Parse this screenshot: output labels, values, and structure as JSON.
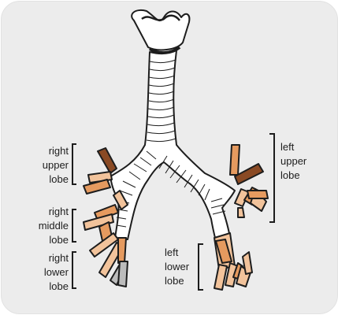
{
  "diagram": {
    "colors": {
      "background": "#ececec",
      "outline": "#1d1d1d",
      "airway_fill": "#ffffff",
      "bronchus_light": "#f2c39b",
      "bronchus_mid": "#e59a5f",
      "bronchus_dark": "#8a4a24",
      "bronchus_grey": "#bcbcbc"
    },
    "labels": {
      "right_upper": [
        "right",
        "upper",
        "lobe"
      ],
      "right_middle": [
        "right",
        "middle",
        "lobe"
      ],
      "right_lower": [
        "right",
        "lower",
        "lobe"
      ],
      "left_upper": [
        "left",
        "upper",
        "lobe"
      ],
      "left_lower": [
        "left",
        "lower",
        "lobe"
      ]
    }
  }
}
